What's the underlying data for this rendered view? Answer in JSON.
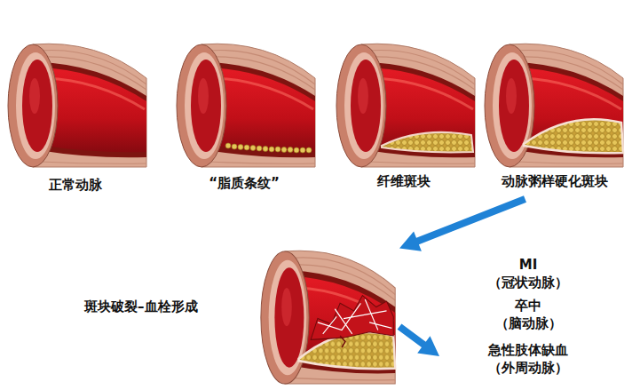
{
  "diagram": {
    "nodes": [
      {
        "text": [
          "正常动脉"
        ]
      },
      {
        "text": [
          "“脂质条纹”"
        ]
      },
      {
        "text": [
          "纤维斑块"
        ]
      },
      {
        "text": [
          "动脉粥样硬化斑块"
        ]
      },
      {
        "text": [
          "斑块破裂–血栓形成"
        ]
      },
      {
        "text": [
          "MI",
          "（冠状动脉）",
          "卒中",
          "（脑动脉）",
          "急性肢体缺血",
          "（外周动脉）"
        ]
      }
    ],
    "edges": [
      {
        "from": 3,
        "to": 4,
        "arrow": "to"
      },
      {
        "from": 4,
        "to": 5,
        "arrow": "to"
      }
    ]
  }
}
